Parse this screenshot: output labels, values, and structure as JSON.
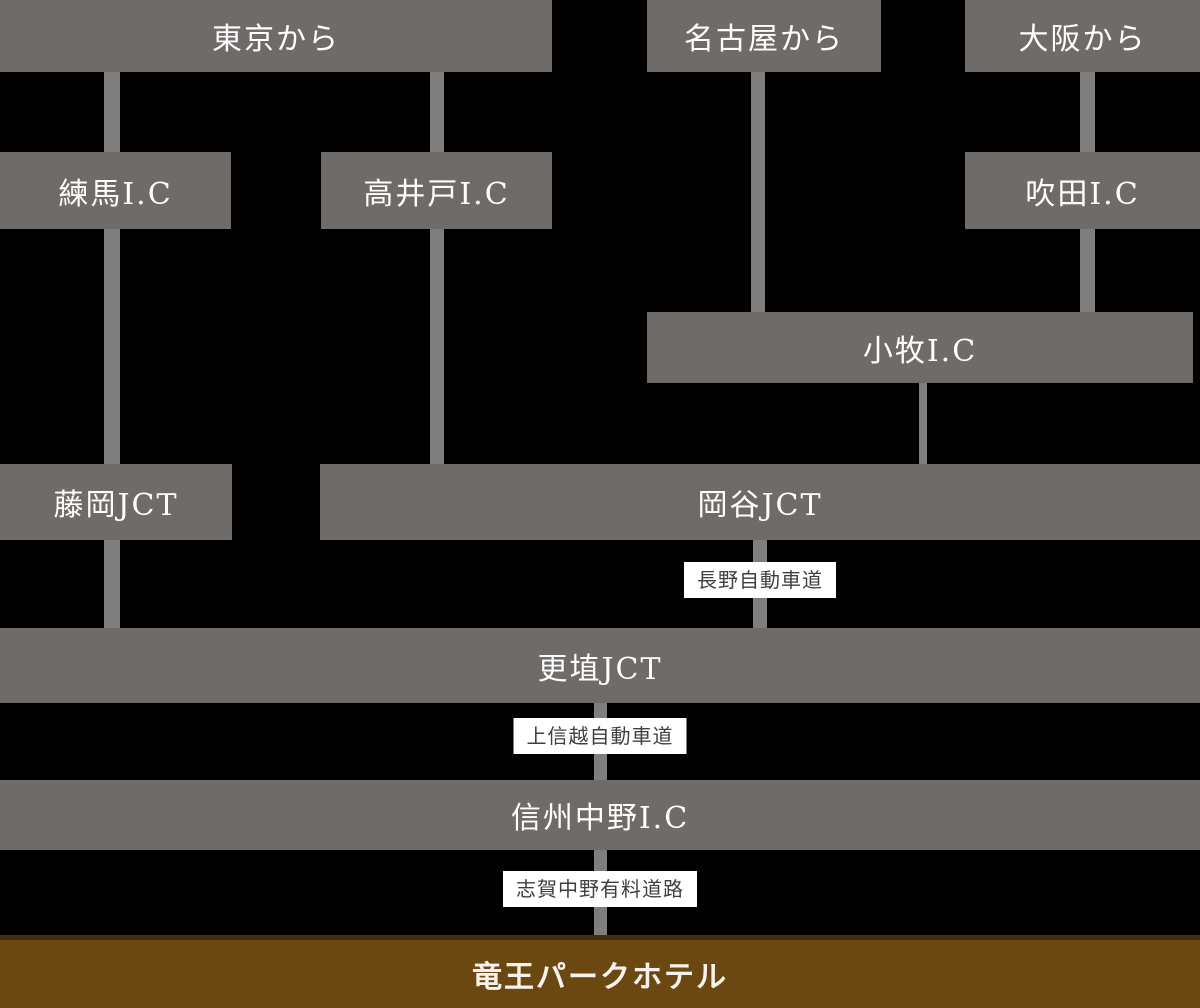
{
  "palette": {
    "background": "#000000",
    "box_fill": "#6f6b69",
    "box_text": "#ffffff",
    "connector": "#7e7e7e",
    "road_label_bg": "#ffffff",
    "road_label_text": "#3f3f3f",
    "destination_fill": "#6b4712",
    "destination_top_edge": "#453009",
    "destination_text": "#f7f3ec"
  },
  "nodes": {
    "tokyo": {
      "label": "東京から"
    },
    "nagoya": {
      "label": "名古屋から"
    },
    "osaka": {
      "label": "大阪から"
    },
    "nerima": {
      "label": "練馬I.C"
    },
    "takaido": {
      "label": "高井戸I.C"
    },
    "suita": {
      "label": "吹田I.C"
    },
    "komaki": {
      "label": "小牧I.C"
    },
    "fujioka": {
      "label": "藤岡JCT"
    },
    "okaya": {
      "label": "岡谷JCT"
    },
    "koshoku": {
      "label": "更埴JCT"
    },
    "nakano": {
      "label": "信州中野I.C"
    }
  },
  "road_labels": {
    "nagano": {
      "label": "長野自動車道"
    },
    "joshinetsu": {
      "label": "上信越自動車道"
    },
    "shiga": {
      "label": "志賀中野有料道路"
    }
  },
  "destination": {
    "label": "竜王パークホテル"
  }
}
